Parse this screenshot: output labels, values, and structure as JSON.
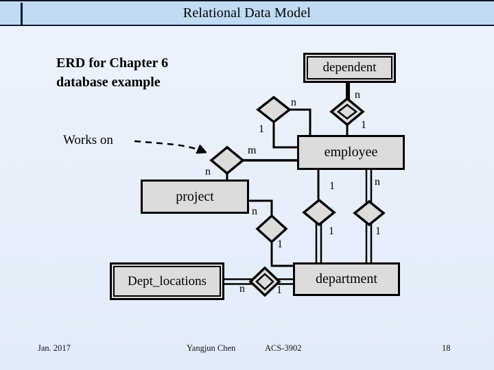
{
  "titlebar": {
    "title": "Relational Data Model"
  },
  "heading": {
    "line1": "ERD for Chapter 6",
    "line2": "database example"
  },
  "diagram": {
    "works_on_label": "Works on",
    "entities": {
      "dependent": "dependent",
      "employee": "employee",
      "project": "project",
      "dept_locations": "Dept_locations",
      "department": "department"
    },
    "cardinalities": {
      "dependent_n": "n",
      "dependent_1": "1",
      "supervision_n": "n",
      "supervision_1": "1",
      "works_on_m": "m",
      "works_on_n": "n",
      "controls_n": "n",
      "controls_1": "1",
      "manages_top_1": "1",
      "manages_bottom_1": "1",
      "works_for_n": "n",
      "works_for_1": "1",
      "dept_locations_n": "n",
      "dept_locations_1": "1"
    }
  },
  "footer": {
    "date": "Jan. 2017",
    "author": "Yangjun Chen",
    "course": "ACS-3902",
    "page_number": "18"
  },
  "colors": {
    "titlebar_bg": "#c0dbf3",
    "slide_bg": "#e8f1fb",
    "shape_fill": "#dcdcdc",
    "line": "#000000",
    "frame_line": "#10182c"
  }
}
